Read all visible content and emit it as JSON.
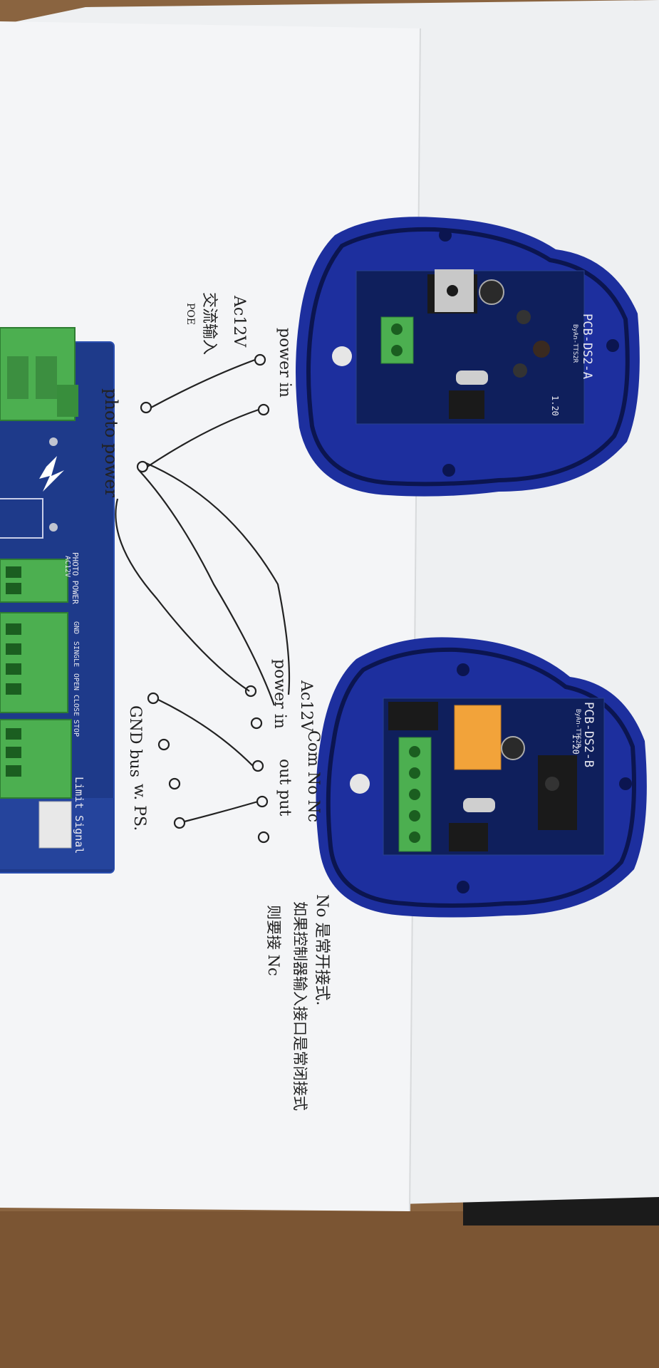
{
  "photo": {
    "board_labels": {
      "board_a": "PCB-DS2-A",
      "board_a_small": "ByAn-TTS2R",
      "board_a_version": "1.20",
      "board_b": "PCB-DS2-B",
      "board_b_small": "ByAn-TTS2R",
      "board_b_version": "1.20",
      "controller_photo_power": "PHOTO POWER",
      "controller_ac12v": "AC12V",
      "controller_gnd": "GND",
      "controller_single": "SINGLE",
      "controller_open": "OPEN",
      "controller_close": "CLOSE",
      "controller_stop": "STOP",
      "controller_limit": "Limit Signal"
    },
    "handwriting": {
      "ac12v_top": "Ac12V",
      "power_in_top": "power in",
      "cn_input": "交流输入",
      "cn_small": "POE",
      "photo_power": "photo power",
      "ac12v_bottom": "Ac12V",
      "power_in_bottom": "power in",
      "com_no_nc": "Com  No  Nc",
      "out_put": "out put",
      "gnd_bus": "GND bus",
      "w_ps": "w. PS.",
      "note_line1": "No 是常开接式.",
      "note_line2": "如果控制器输入接口是常闭接式",
      "note_line3": "则要接 Nc"
    }
  }
}
